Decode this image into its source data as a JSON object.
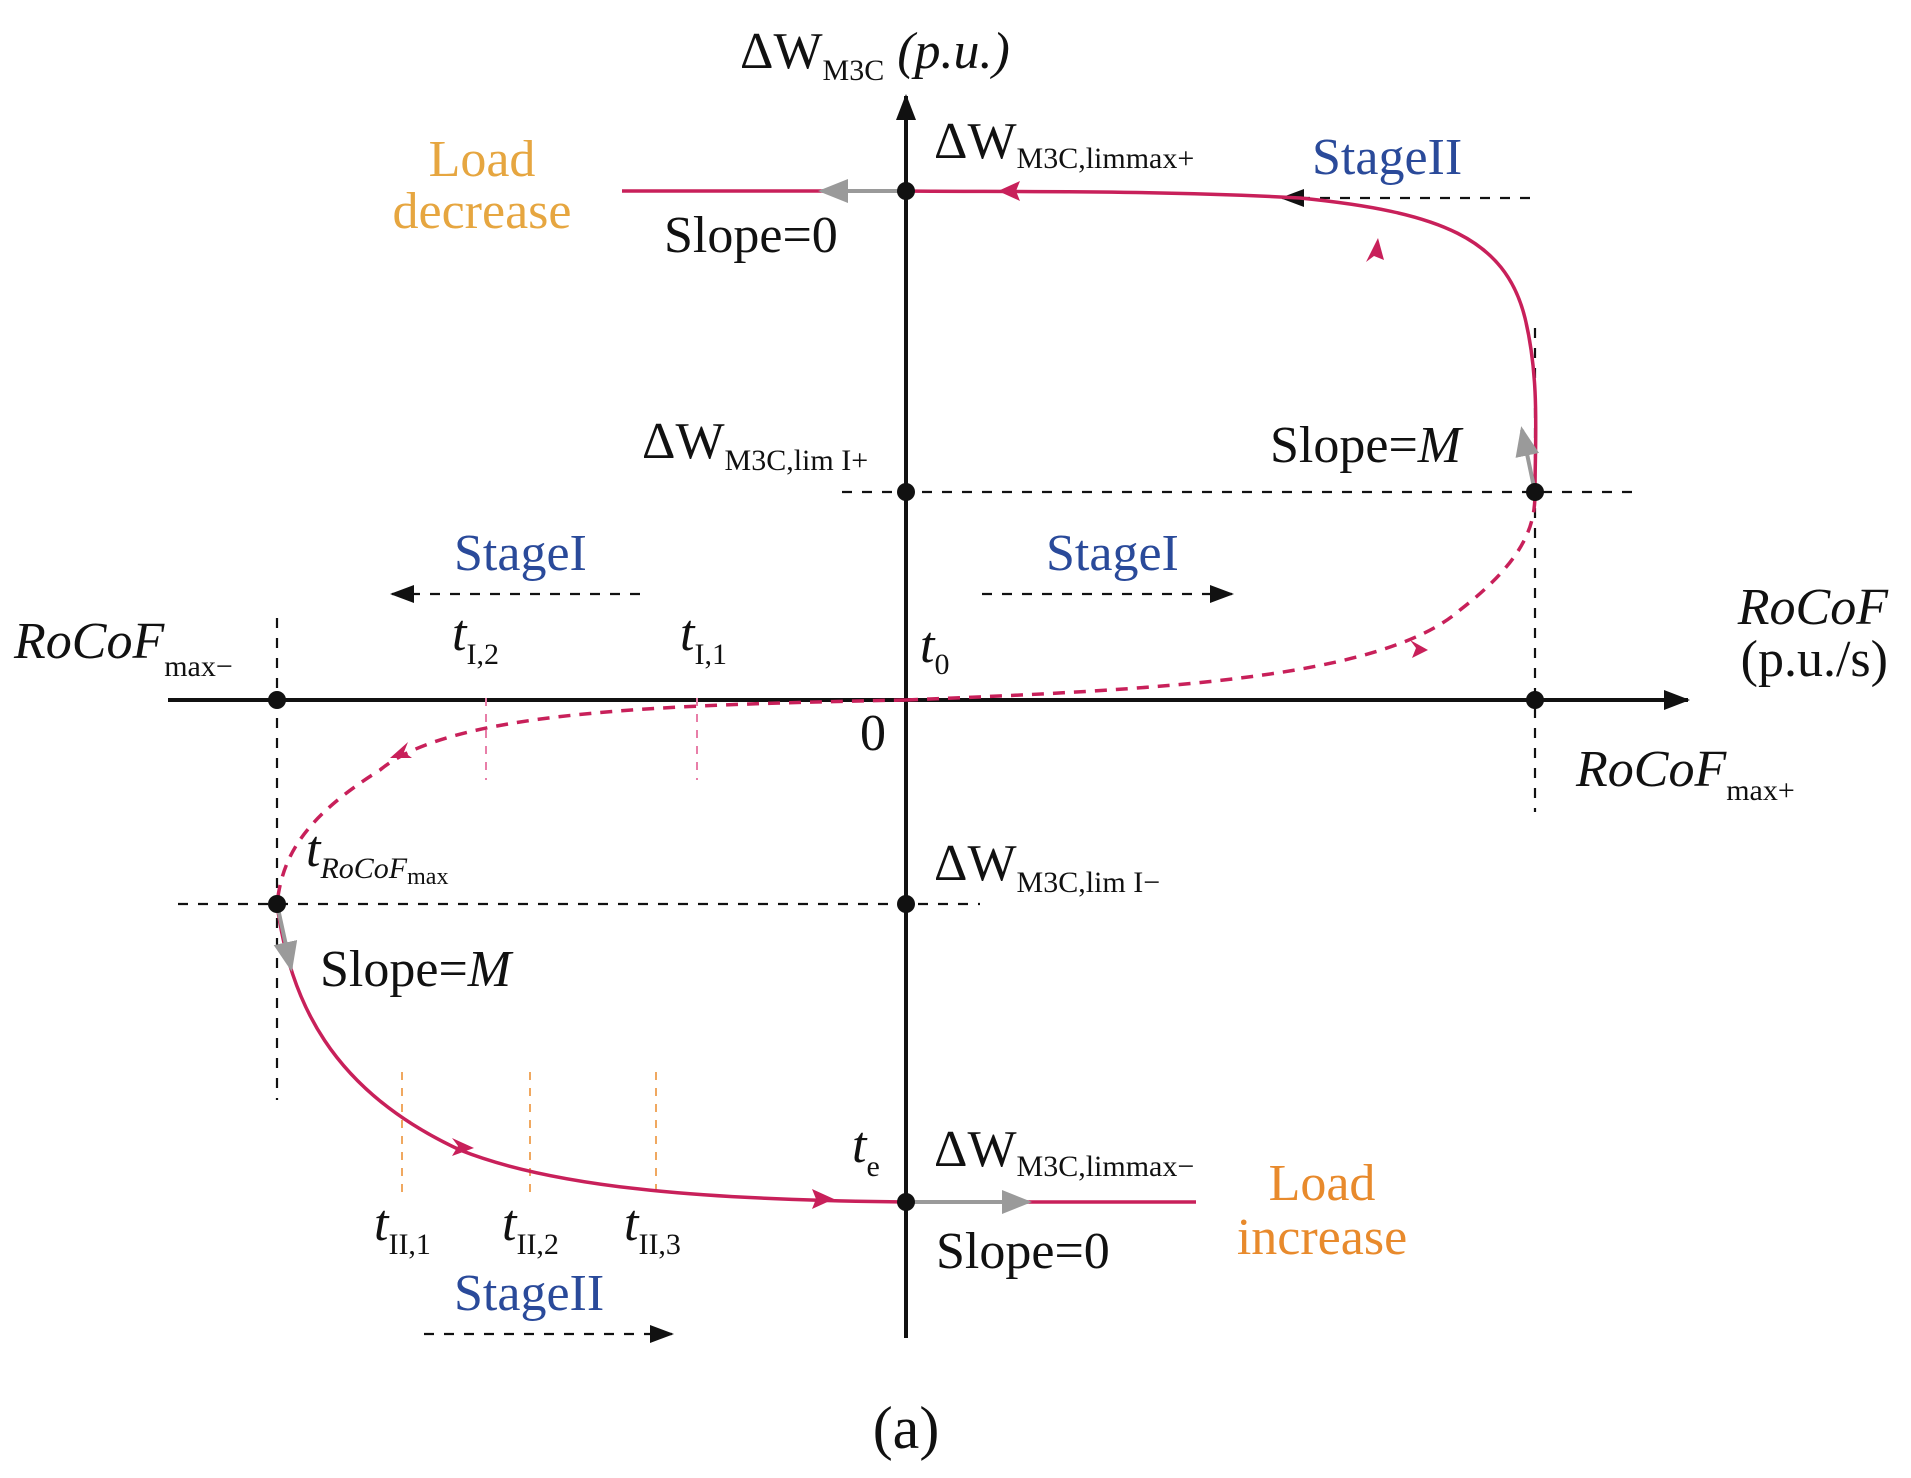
{
  "caption": "(a)",
  "colors": {
    "curve": "#c8205a",
    "stage_text": "#2a4a9a",
    "load_decrease": "#e6a640",
    "load_increase": "#e88a2c",
    "slope_arrow": "#9a9a9a",
    "axis": "#111111"
  },
  "axes": {
    "y_label_main": "ΔW",
    "y_label_sub": "M3C",
    "y_label_unit": " (p.u.)",
    "x_label_main": "RoCoF",
    "x_label_unit": "(p.u./s)",
    "origin": "0"
  },
  "points": {
    "w_limmax_plus_main": "ΔW",
    "w_limmax_plus_sub": "M3C,limmax+",
    "w_limI_plus_main": "ΔW",
    "w_limI_plus_sub": "M3C,lim I+",
    "w_limI_minus_main": "ΔW",
    "w_limI_minus_sub": "M3C,lim I−",
    "w_limmax_minus_main": "ΔW",
    "w_limmax_minus_sub": "M3C,limmax−",
    "rocof_max_minus_main": "RoCoF",
    "rocof_max_minus_sub": "max−",
    "rocof_max_plus_main": "RoCoF",
    "rocof_max_plus_sub": "max+"
  },
  "times": {
    "t": "t",
    "t0_sub": "0",
    "tI1_sub": "I,1",
    "tI2_sub": "I,2",
    "te_sub": "e",
    "tII1_sub": "II,1",
    "tII2_sub": "II,2",
    "tII3_sub": "II,3",
    "trocof_sub": "RoCoF",
    "trocof_subsub": "max"
  },
  "labels": {
    "stage_I_left": "StageI",
    "stage_I_right": "StageI",
    "stage_II_top": "StageII",
    "stage_II_bottom": "StageII",
    "slope_zero_top": "Slope=0",
    "slope_zero_bottom": "Slope=0",
    "slope_m_right_prefix": "Slope=",
    "slope_m_right_var": "M",
    "slope_m_left_prefix": "Slope=",
    "slope_m_left_var": "M",
    "load_decrease_line1": "Load",
    "load_decrease_line2": "decrease",
    "load_increase_line1": "Load",
    "load_increase_line2": "increase"
  }
}
